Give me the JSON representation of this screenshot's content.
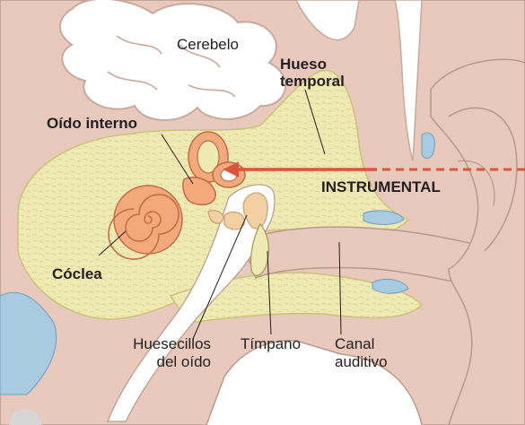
{
  "labels": {
    "cerebelo": "Cerebelo",
    "hueso_temporal_1": "Hueso",
    "hueso_temporal_2": "temporal",
    "oido_interno": "Oído interno",
    "instrumental": "INSTRUMENTAL",
    "coclea": "Cóclea",
    "huesecillos_1": "Huesecillos",
    "huesecillos_2": "del oído",
    "timpano": "Tímpano",
    "canal_1": "Canal",
    "canal_2": "auditivo"
  },
  "colors": {
    "bone": "#efe9b4",
    "bone_edge": "#c9c47a",
    "skin": "#e8c9bb",
    "skin_edge": "#b79a8c",
    "cochlea": "#f3a97c",
    "cochlea_edge": "#c06d43",
    "fluid": "#a9cbe1",
    "arrow": "#d9553b",
    "text": "#231f20"
  },
  "icons": {
    "arrow": "arrow-left-icon"
  }
}
